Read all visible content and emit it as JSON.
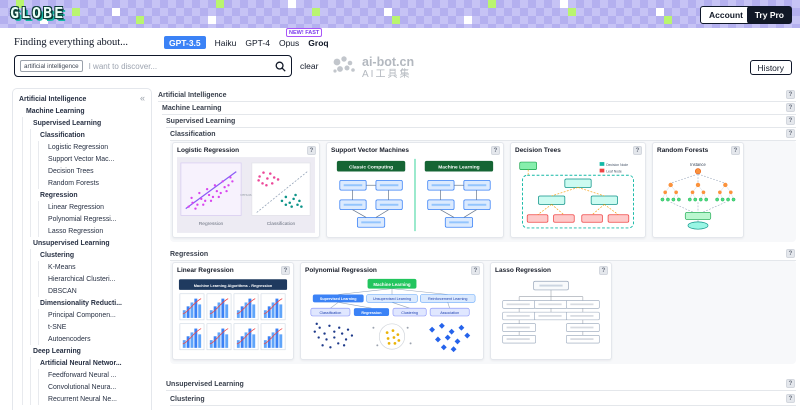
{
  "topbar": {
    "logo": "GLOBE",
    "account_label": "Account",
    "try_pro_label": "Try Pro"
  },
  "toolbar": {
    "finding_label": "Finding everything about...",
    "models": [
      {
        "label": "GPT-3.5",
        "selected": true
      },
      {
        "label": "Haiku",
        "selected": false
      },
      {
        "label": "GPT-4",
        "selected": false
      },
      {
        "label": "Opus",
        "selected": false
      },
      {
        "label": "Groq",
        "selected": false
      }
    ],
    "groq_badge": "NEW! FAST",
    "history_label": "History"
  },
  "search": {
    "tag": "artificial intelligence",
    "placeholder": "I want to discover...",
    "clear_label": "clear"
  },
  "watermark": {
    "site": "ai-bot.cn",
    "site_cn": "AI工具集"
  },
  "sidebar": {
    "collapse_icon": "«",
    "items": [
      {
        "label": "Artificial Intelligence"
      },
      {
        "label": "Machine Learning"
      },
      {
        "label": "Supervised Learning"
      },
      {
        "label": "Classification"
      },
      {
        "label": "Logistic Regression"
      },
      {
        "label": "Support Vector Mac..."
      },
      {
        "label": "Decision Trees"
      },
      {
        "label": "Random Forests"
      },
      {
        "label": "Regression"
      },
      {
        "label": "Linear Regression"
      },
      {
        "label": "Polynomial Regressi..."
      },
      {
        "label": "Lasso Regression"
      },
      {
        "label": "Unsupervised Learning"
      },
      {
        "label": "Clustering"
      },
      {
        "label": "K-Means"
      },
      {
        "label": "Hierarchical Clusteri..."
      },
      {
        "label": "DBSCAN"
      },
      {
        "label": "Dimensionality Reducti..."
      },
      {
        "label": "Principal Componen..."
      },
      {
        "label": "t-SNE"
      },
      {
        "label": "Autoencoders"
      },
      {
        "label": "Deep Learning"
      },
      {
        "label": "Artificial Neural Networ..."
      },
      {
        "label": "Feedforward Neural ..."
      },
      {
        "label": "Convolutional Neura..."
      },
      {
        "label": "Recurrent Neural Ne..."
      }
    ]
  },
  "main": {
    "help_icon": "?",
    "sections": [
      {
        "label": "Artificial Intelligence"
      },
      {
        "label": "Machine Learning"
      },
      {
        "label": "Supervised Learning"
      },
      {
        "label": "Classification"
      },
      {
        "label": "Regression"
      },
      {
        "label": "Unsupervised Learning"
      },
      {
        "label": "Clustering"
      }
    ],
    "cards_row1": [
      {
        "title": "Logistic Regression"
      },
      {
        "title": "Support Vector Machines"
      },
      {
        "title": "Decision Trees"
      },
      {
        "title": "Random Forests"
      }
    ],
    "cards_row2": [
      {
        "title": "Linear Regression"
      },
      {
        "title": "Polynomial Regression"
      },
      {
        "title": "Lasso Regression"
      }
    ]
  },
  "thumbs": {
    "logistic": {
      "left_label": "Regression",
      "mid_label": "versus",
      "right_label": "Classification"
    },
    "svm": {
      "left_header": "Classic Computing",
      "right_header": "Machine Learning"
    },
    "decision_trees": {
      "legend_decision": "Decision Node",
      "legend_leaf": "Leaf Node"
    },
    "random_forests": {
      "top_label": "Instance"
    },
    "linear": {
      "header": "Machine Learning Algorithms - Regression"
    },
    "polynomial": {
      "root": "Machine Learning",
      "branches": [
        "Supervised Learning",
        "Unsupervised Learning",
        "Reinforcement Learning"
      ],
      "tasks": [
        "Classification",
        "Regression",
        "Clustering",
        "Association"
      ]
    }
  },
  "colors": {
    "accent_blue": "#3b82f6",
    "badge_purple": "#a855f7",
    "banner_purple": "#bdb9f2",
    "banner_green": "#b9f56f"
  }
}
